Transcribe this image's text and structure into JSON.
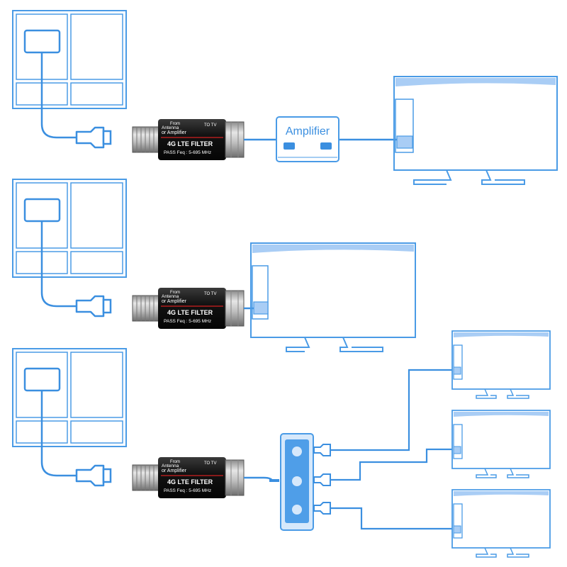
{
  "colors": {
    "line": "#3b8fe0",
    "outline": "#4a9be6",
    "fill_light": "#d6e8fb",
    "fill_mid": "#a9cdf5",
    "splitter_dark": "#4f9ee8",
    "filter_body": "#1a1a1a",
    "metal": "#b5b5b5"
  },
  "filter": {
    "from_label": "From",
    "antenna_label": "Antenna",
    "or_amplifier_label": "or Amplifier",
    "to_tv_label": "TO TV",
    "title": "4G LTE FILTER",
    "pass_label": "PASS Feq : 5-695 MHz"
  },
  "amplifier": {
    "label": "Amplifier"
  },
  "scenarios": [
    {
      "name": "filter-with-amplifier"
    },
    {
      "name": "filter-direct-to-tv"
    },
    {
      "name": "filter-with-splitter"
    }
  ]
}
